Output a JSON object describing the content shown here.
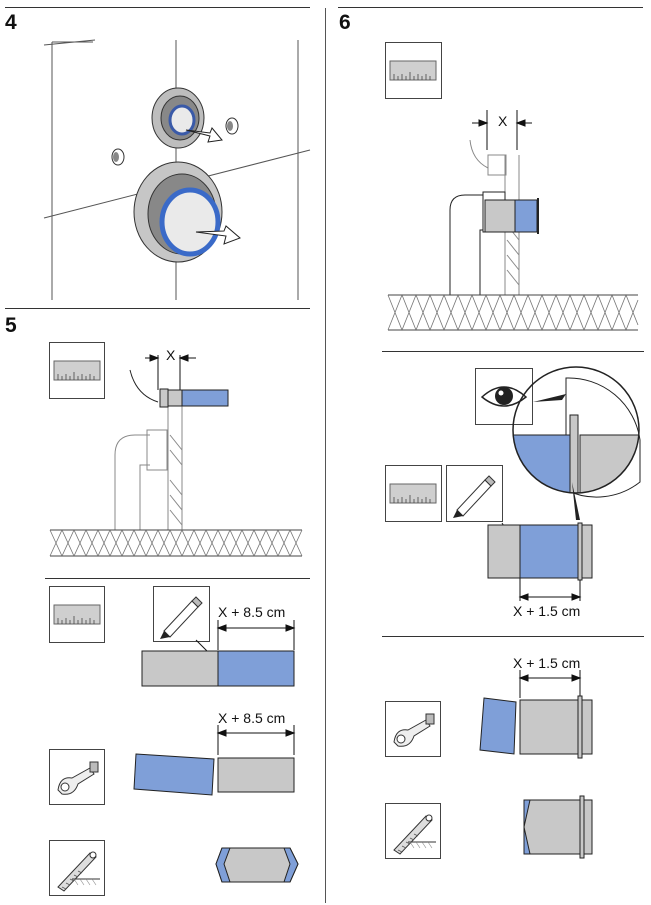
{
  "steps": [
    {
      "number": "4"
    },
    {
      "number": "5"
    },
    {
      "number": "6"
    }
  ],
  "labels": {
    "x": "X",
    "x_plus_8_5": "X + 8.5 cm",
    "x_plus_1_5": "X + 1.5 cm"
  },
  "icons": {
    "ruler": "ruler-icon",
    "pencil": "pencil-icon",
    "pipe_cutter": "pipe-cutter-icon",
    "file": "file-icon",
    "eye": "eye-icon"
  },
  "colors": {
    "blue": "#7f9fd8",
    "grey": "#c8c8c8",
    "line": "#222222"
  }
}
